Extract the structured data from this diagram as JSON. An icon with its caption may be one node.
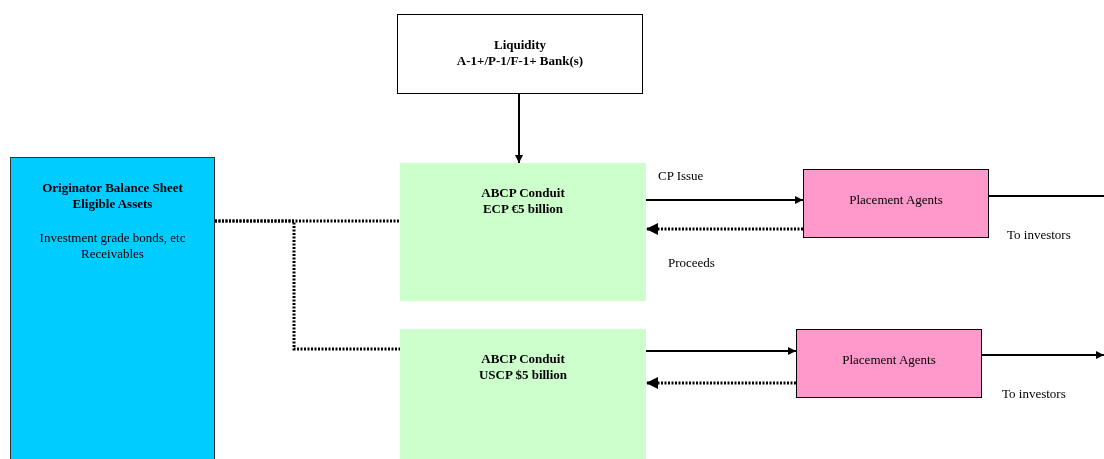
{
  "diagram": {
    "nodes": [
      {
        "text": [
          "Liquidity",
          "A-1+/P-1/F-1+ Bank(s)"
        ]
      },
      {
        "text": [
          "Originator Balance Sheet Eligible Assets",
          "Investment grade bonds, etc Receivables"
        ]
      },
      {
        "text": [
          "ABCP Conduit",
          "ECP €5 billion"
        ]
      },
      {
        "text": [
          "Placement Agents"
        ]
      },
      {
        "text": [
          "ABCP Conduit",
          "USCP $5 billion"
        ]
      },
      {
        "text": [
          "Placement Agents"
        ]
      }
    ],
    "edges": [
      {
        "from": 0,
        "to": 2,
        "arrow": "to"
      },
      {
        "from": 1,
        "to": 2,
        "arrow": "none",
        "style": "dashed"
      },
      {
        "from": 1,
        "to": 4,
        "arrow": "none",
        "style": "dashed"
      },
      {
        "from": 2,
        "to": 3,
        "arrow": "to",
        "label": "CP Issue"
      },
      {
        "from": 3,
        "to": 2,
        "arrow": "to",
        "style": "dashed",
        "label": "Proceeds"
      },
      {
        "from": 3,
        "to": null,
        "arrow": "none",
        "label": "To investors"
      },
      {
        "from": 4,
        "to": 5,
        "arrow": "to"
      },
      {
        "from": 5,
        "to": 4,
        "arrow": "to",
        "style": "dashed"
      },
      {
        "from": 5,
        "to": null,
        "arrow": "to",
        "label": "To investors"
      }
    ]
  }
}
